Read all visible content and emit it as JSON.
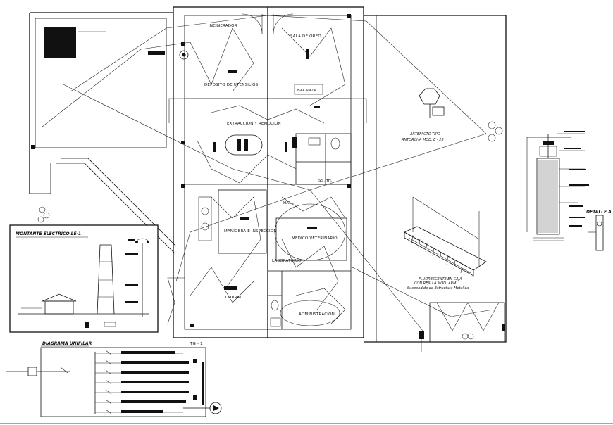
{
  "plan": {
    "rooms": {
      "incinerador": "INCINERADOR",
      "sala_oreo": "SALA DE OREO",
      "deposito": "DEPOSITO DE UTENSILIOS",
      "balanza": "BALANZA",
      "extraccion": "EXTRACCION Y REMOCION",
      "hall": "HALL",
      "maniobra": "MANIOBRA E INSPECCION",
      "medico": "MEDICO VETERINARIO",
      "laboratorio": "LABORATORIO",
      "corral": "CORRAL",
      "administracion": "ADMINISTRACION",
      "sshh": "SS.HH."
    },
    "fixtures": {
      "artefacto": "ARTEFACTO TIPO",
      "artefacto_model": "ANTORCHA MOD. E - 25",
      "fluorescente": "FLUORESCENTE EN CAJA",
      "fluorescente_sub": "CON REJILLA MOD. ARM",
      "fluorescente_sub2": "Suspendido de Estructura Metálica"
    }
  },
  "detail": {
    "title": "DETALLE A"
  },
  "montante": {
    "title": "MONTANTE ELECTRICO LE-1"
  },
  "diagrama": {
    "title": "DIAGRAMA UNIFILAR",
    "board": "TG - 1"
  }
}
